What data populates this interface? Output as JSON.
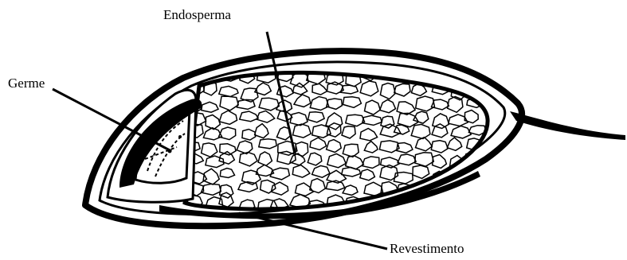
{
  "diagram": {
    "labels": {
      "endosperm": "Endosperma",
      "germ": "Germe",
      "coat": "Revestimento"
    },
    "colors": {
      "ink": "#000000",
      "paper": "#ffffff"
    }
  }
}
